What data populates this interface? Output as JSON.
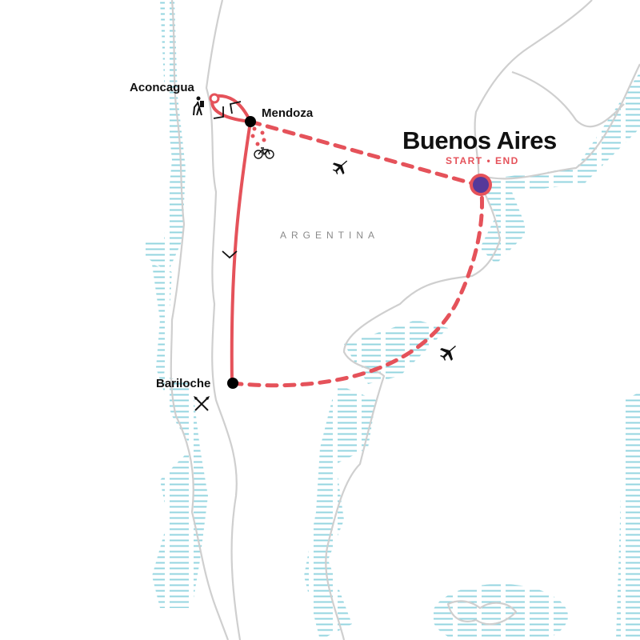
{
  "map": {
    "country_label": "ARGENTINA",
    "colors": {
      "route": "#e5525a",
      "start_fill": "#55399a",
      "stop_fill": "#000000",
      "land_outline": "#cfcfcf",
      "water_hatch": "#8fd3de",
      "text": "#111111",
      "country_text": "#8a8a8a"
    },
    "locations": [
      {
        "name": "Aconcagua",
        "activity_icon": "hiker-icon"
      },
      {
        "name": "Mendoza",
        "activity_icon": "bicycle-icon"
      },
      {
        "name": "Buenos Aires",
        "subtitle": "START • END"
      },
      {
        "name": "Bariloche",
        "activity_icon": "crossed-paddles-icon"
      }
    ],
    "transport_icons": [
      "airplane-icon",
      "airplane-icon"
    ],
    "routes": [
      {
        "from": "Buenos Aires",
        "to": "Mendoza",
        "mode": "flight",
        "style": "dashed"
      },
      {
        "from": "Mendoza",
        "to": "Aconcagua",
        "mode": "overland",
        "style": "solid-loop"
      },
      {
        "from": "Mendoza",
        "to": "Bariloche",
        "mode": "overland",
        "style": "solid"
      },
      {
        "from": "Bariloche",
        "to": "Buenos Aires",
        "mode": "flight",
        "style": "dashed"
      }
    ]
  }
}
